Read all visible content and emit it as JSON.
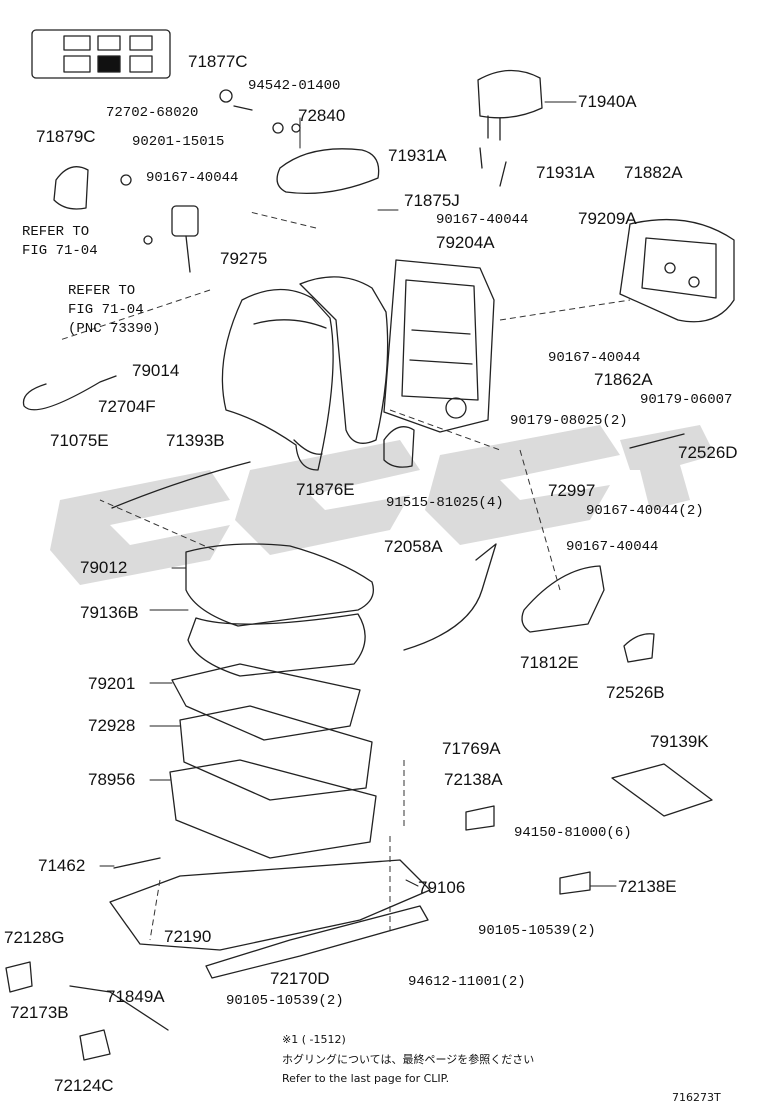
{
  "labels": {
    "p71877C": "71877C",
    "p94542": "94542-01400",
    "p72702": "72702-68020",
    "p90201": "90201-15015",
    "p72840": "72840",
    "p71879C": "71879C",
    "p90167a": "90167-40044",
    "p71940A": "71940A",
    "p71931A_1": "71931A",
    "p71931A_2": "71931A",
    "p71882A": "71882A",
    "p71875J": "71875J",
    "p90167b": "90167-40044",
    "p79209A": "79209A",
    "p79204A": "79204A",
    "refer1a": "REFER TO",
    "refer1b": "FIG 71-04",
    "refer2a": "REFER TO",
    "refer2b": "FIG 71-04",
    "refer2c": "(PNC 73390)",
    "p79275": "79275",
    "p79014": "79014",
    "p90167c": "90167-40044",
    "p71862A": "71862A",
    "p72704F": "72704F",
    "p90179a": "90179-06007",
    "p90179b": "90179-08025(2)",
    "p71075E": "71075E",
    "p71393B": "71393B",
    "p72526D": "72526D",
    "p71876E": "71876E",
    "p72997": "72997",
    "p91515": "91515-81025(4)",
    "p90167d": "90167-40044(2)",
    "p72058A": "72058A",
    "p90167e": "90167-40044",
    "p79012": "79012",
    "p79136B": "79136B",
    "p71812E": "71812E",
    "p72526B": "72526B",
    "p79201": "79201",
    "p72928": "72928",
    "p71769A": "71769A",
    "p79139K": "79139K",
    "p78956": "78956",
    "p72138A": "72138A",
    "p94150": "94150-81000(6)",
    "p71462": "71462",
    "p79106": "79106",
    "p72138E": "72138E",
    "p72190": "72190",
    "p90105a": "90105-10539(2)",
    "p72128G": "72128G",
    "p72170D": "72170D",
    "p94612": "94612-11001(2)",
    "p71849A": "71849A",
    "p90105b": "90105-10539(2)",
    "p72173B": "72173B",
    "p72124C": "72124C"
  },
  "notes": {
    "ref_mark": "※1 (    -1512)",
    "jp_text": "ホグリングについては、最終ページを参照ください",
    "en_text": "Refer to the last page for CLIP.",
    "diagram_id": "716273T"
  },
  "colors": {
    "line": "#222222",
    "watermark": "#c8c8c8",
    "highlight": "#111111"
  }
}
